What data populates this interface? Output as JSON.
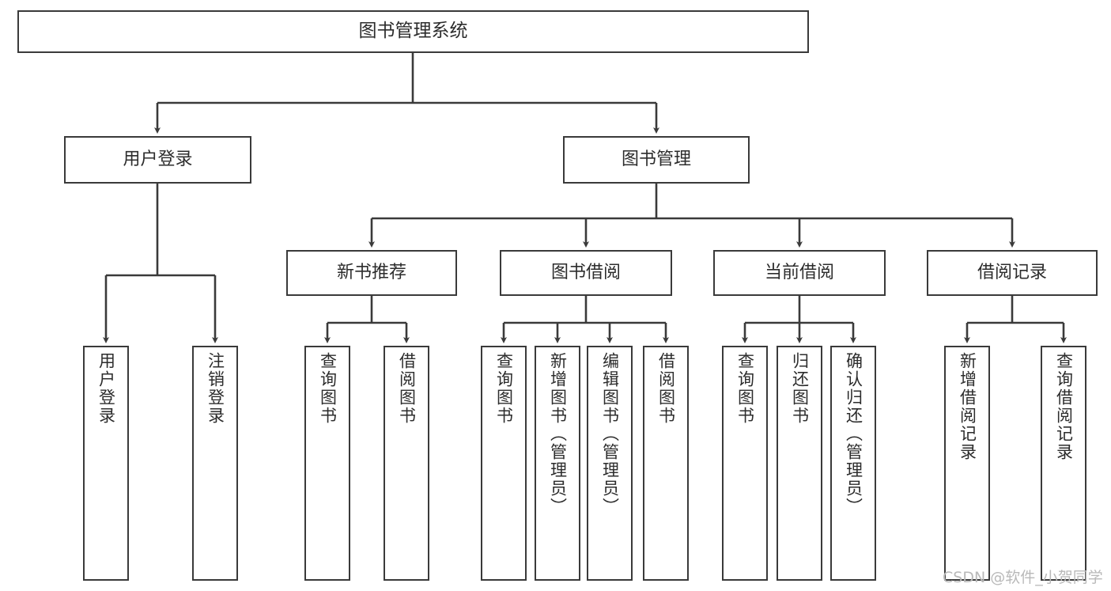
{
  "diagram": {
    "title": "图书管理系统",
    "watermark": "CSDN @软件_小贺同学",
    "colors": {
      "box_border": "#3a3a3a",
      "box_fill": "#ffffff",
      "line": "#3a3a3a",
      "text": "#2c2c2c",
      "watermark": "#b9b9b9",
      "background": "#ffffff"
    },
    "root": {
      "label": "图书管理系统"
    },
    "level1": [
      {
        "label": "用户登录"
      },
      {
        "label": "图书管理"
      }
    ],
    "level2": [
      {
        "label": "新书推荐"
      },
      {
        "label": "图书借阅"
      },
      {
        "label": "当前借阅"
      },
      {
        "label": "借阅记录"
      }
    ],
    "leaves": {
      "user_login": [
        {
          "label": "用户登录"
        },
        {
          "label": "注销登录"
        }
      ],
      "new_book_recommend": [
        {
          "label": "查询图书"
        },
        {
          "label": "借阅图书"
        }
      ],
      "book_borrow": [
        {
          "label": "查询图书"
        },
        {
          "label": "新增图书（管理员）"
        },
        {
          "label": "编辑图书（管理员）"
        },
        {
          "label": "借阅图书"
        }
      ],
      "current_borrow": [
        {
          "label": "查询图书"
        },
        {
          "label": "归还图书"
        },
        {
          "label": "确认归还（管理员）"
        }
      ],
      "borrow_records": [
        {
          "label": "新增借阅记录"
        },
        {
          "label": "查询借阅记录"
        }
      ]
    }
  }
}
